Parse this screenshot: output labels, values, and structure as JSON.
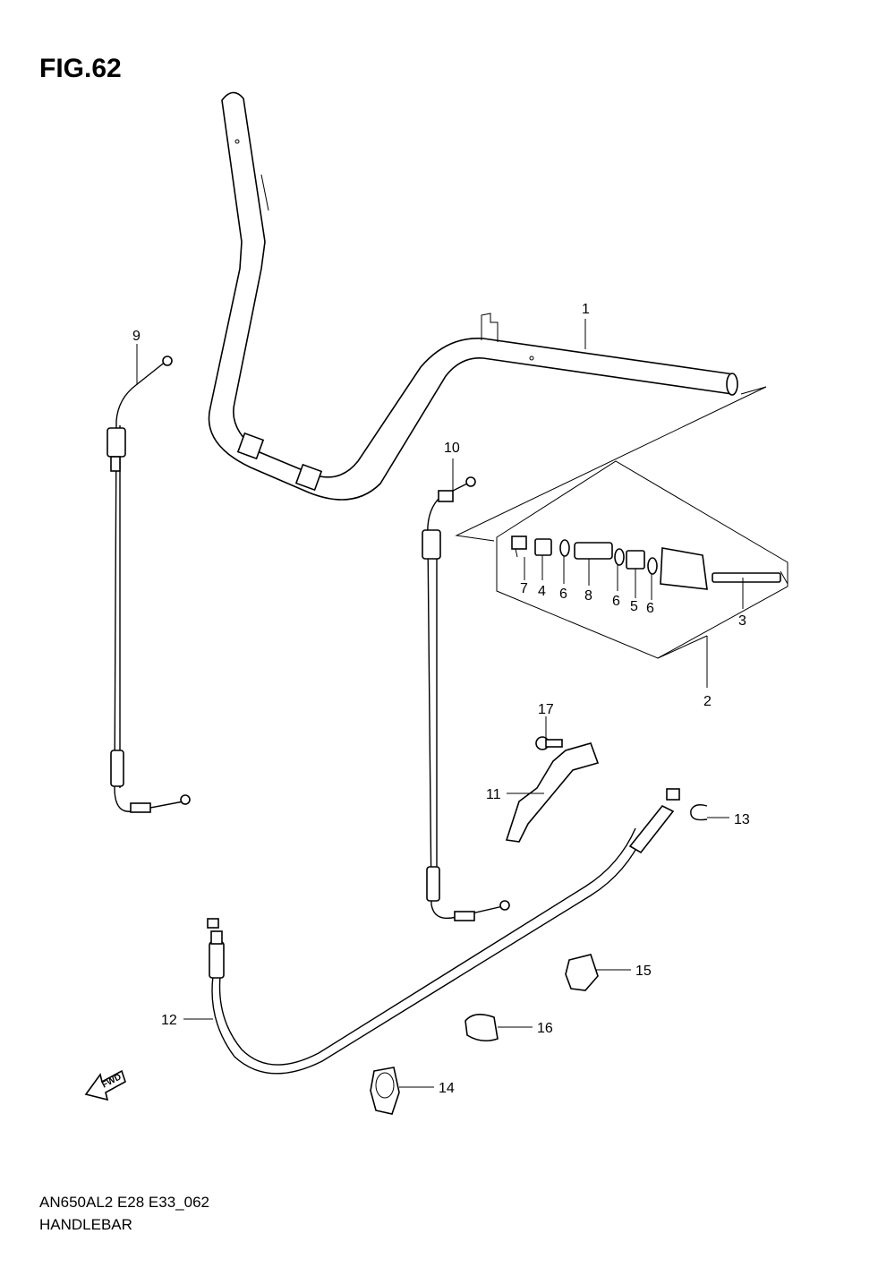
{
  "header": {
    "figure_label": "FIG.62"
  },
  "footer": {
    "model_code": "AN650AL2 E28 E33_062",
    "section_name": "HANDLEBAR"
  },
  "callouts": [
    {
      "id": "c1",
      "label": "1"
    },
    {
      "id": "c2",
      "label": "2"
    },
    {
      "id": "c3",
      "label": "3"
    },
    {
      "id": "c4",
      "label": "4"
    },
    {
      "id": "c5",
      "label": "5"
    },
    {
      "id": "c6a",
      "label": "6"
    },
    {
      "id": "c6b",
      "label": "6"
    },
    {
      "id": "c6c",
      "label": "6"
    },
    {
      "id": "c7",
      "label": "7"
    },
    {
      "id": "c8",
      "label": "8"
    },
    {
      "id": "c9",
      "label": "9"
    },
    {
      "id": "c10",
      "label": "10"
    },
    {
      "id": "c11",
      "label": "11"
    },
    {
      "id": "c12",
      "label": "12"
    },
    {
      "id": "c13",
      "label": "13"
    },
    {
      "id": "c14",
      "label": "14"
    },
    {
      "id": "c15",
      "label": "15"
    },
    {
      "id": "c16",
      "label": "16"
    },
    {
      "id": "c17",
      "label": "17"
    }
  ],
  "forward_arrow": {
    "label": "FWD"
  }
}
